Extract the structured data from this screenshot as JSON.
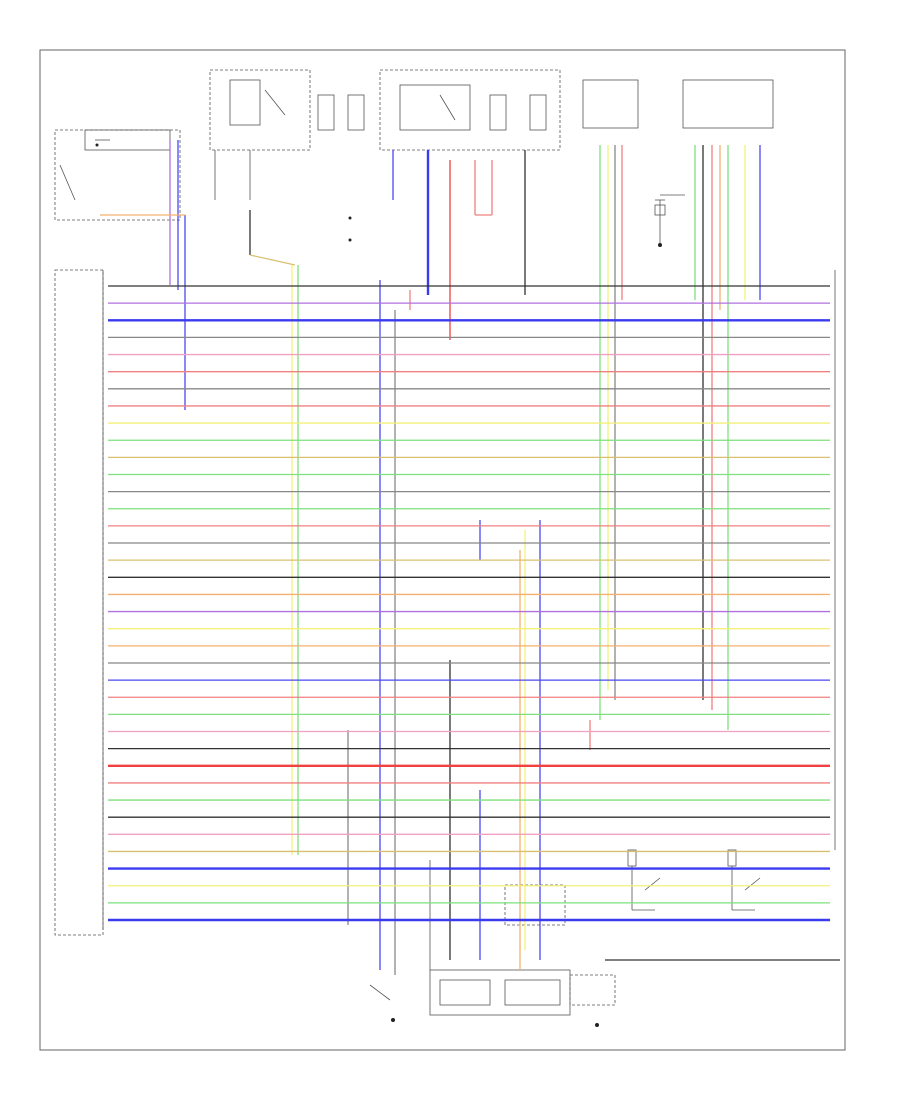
{
  "diagram": {
    "footer_code": "",
    "ecm_label": "",
    "colors": {
      "red": "#f08080",
      "blue": "#4a4af0",
      "green": "#7ee07e",
      "yellow": "#f4f07a",
      "orange": "#f4b070",
      "purple": "#b070e0",
      "gray": "#888888",
      "pink": "#f0a0c0",
      "black": "#333333",
      "tan": "#d8c070",
      "thick_blue": "#3a3af0",
      "thick_red": "#f04040"
    },
    "components": [
      {
        "id": "top-left-relay",
        "label": ""
      },
      {
        "id": "fuse-box-left",
        "label": ""
      },
      {
        "id": "fuse-box-right",
        "label": ""
      },
      {
        "id": "sensor-top-1",
        "label": ""
      },
      {
        "id": "sensor-top-2",
        "label": ""
      },
      {
        "id": "throttle-body",
        "label": ""
      },
      {
        "id": "bottom-sensor-left",
        "label": ""
      },
      {
        "id": "bottom-sensor-mid",
        "label": ""
      },
      {
        "id": "switch-right-1",
        "label": ""
      },
      {
        "id": "switch-right-2",
        "label": ""
      }
    ],
    "harness_rows": [
      {
        "wire": "black",
        "pin_left": "",
        "pin_right": ""
      },
      {
        "wire": "purple",
        "pin_left": "",
        "pin_right": ""
      },
      {
        "wire": "thick_blue",
        "pin_left": "",
        "pin_right": ""
      },
      {
        "wire": "gray",
        "pin_left": "",
        "pin_right": ""
      },
      {
        "wire": "pink",
        "pin_left": "",
        "pin_right": ""
      },
      {
        "wire": "red",
        "pin_left": "",
        "pin_right": ""
      },
      {
        "wire": "gray",
        "pin_left": "",
        "pin_right": ""
      },
      {
        "wire": "red",
        "pin_left": "",
        "pin_right": ""
      },
      {
        "wire": "yellow",
        "pin_left": "",
        "pin_right": ""
      },
      {
        "wire": "green",
        "pin_left": "",
        "pin_right": ""
      },
      {
        "wire": "tan",
        "pin_left": "",
        "pin_right": ""
      },
      {
        "wire": "green",
        "pin_left": "",
        "pin_right": ""
      },
      {
        "wire": "gray",
        "pin_left": "",
        "pin_right": ""
      },
      {
        "wire": "green",
        "pin_left": "",
        "pin_right": ""
      },
      {
        "wire": "red",
        "pin_left": "",
        "pin_right": ""
      },
      {
        "wire": "gray",
        "pin_left": "",
        "pin_right": ""
      },
      {
        "wire": "tan",
        "pin_left": "",
        "pin_right": ""
      },
      {
        "wire": "black",
        "pin_left": "",
        "pin_right": ""
      },
      {
        "wire": "orange",
        "pin_left": "",
        "pin_right": ""
      },
      {
        "wire": "purple",
        "pin_left": "",
        "pin_right": ""
      },
      {
        "wire": "yellow",
        "pin_left": "",
        "pin_right": ""
      },
      {
        "wire": "orange",
        "pin_left": "",
        "pin_right": ""
      },
      {
        "wire": "gray",
        "pin_left": "",
        "pin_right": ""
      },
      {
        "wire": "blue",
        "pin_left": "",
        "pin_right": ""
      },
      {
        "wire": "red",
        "pin_left": "",
        "pin_right": ""
      },
      {
        "wire": "green",
        "pin_left": "",
        "pin_right": ""
      },
      {
        "wire": "pink",
        "pin_left": "",
        "pin_right": ""
      },
      {
        "wire": "black",
        "pin_left": "",
        "pin_right": ""
      },
      {
        "wire": "thick_red",
        "pin_left": "",
        "pin_right": ""
      },
      {
        "wire": "red",
        "pin_left": "",
        "pin_right": ""
      },
      {
        "wire": "green",
        "pin_left": "",
        "pin_right": ""
      },
      {
        "wire": "black",
        "pin_left": "",
        "pin_right": ""
      },
      {
        "wire": "pink",
        "pin_left": "",
        "pin_right": ""
      },
      {
        "wire": "tan",
        "pin_left": "",
        "pin_right": ""
      },
      {
        "wire": "thick_blue",
        "pin_left": "",
        "pin_right": ""
      },
      {
        "wire": "yellow",
        "pin_left": "",
        "pin_right": ""
      },
      {
        "wire": "green",
        "pin_left": "",
        "pin_right": ""
      },
      {
        "wire": "thick_blue",
        "pin_left": "",
        "pin_right": ""
      }
    ]
  }
}
